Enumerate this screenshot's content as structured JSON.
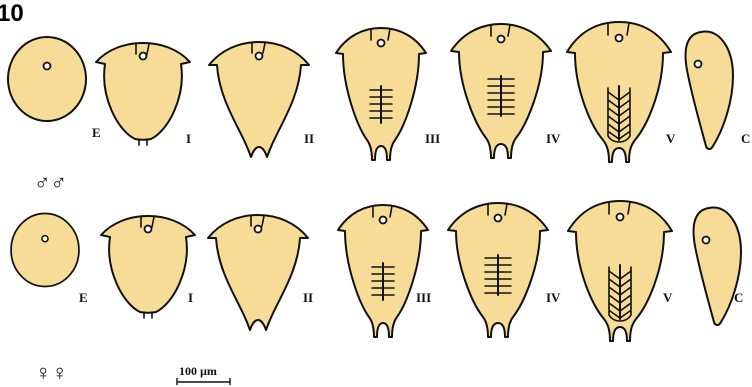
{
  "figure_label": "10",
  "rows": [
    {
      "id": "males",
      "symbol": "♂♂",
      "stage_labels": [
        "E",
        "I",
        "II",
        "III",
        "IV",
        "V",
        "C"
      ]
    },
    {
      "id": "females",
      "symbol": "♀♀",
      "stage_labels": [
        "E",
        "I",
        "II",
        "III",
        "IV",
        "V",
        "C"
      ]
    }
  ],
  "scale_bar": {
    "label": "100 µm"
  },
  "colors": {
    "body_fill": "#f7dc97",
    "outline": "#111111"
  }
}
